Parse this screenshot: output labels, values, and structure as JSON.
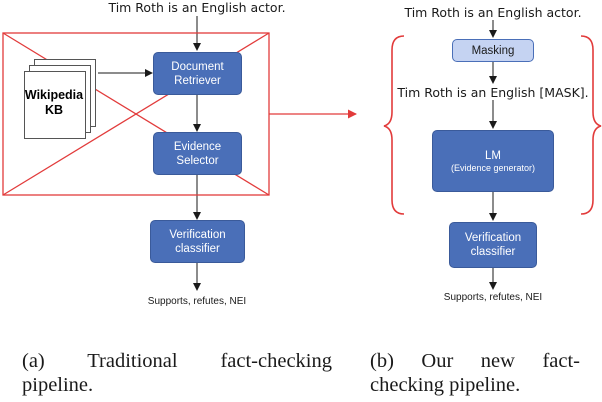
{
  "left": {
    "claim": "Tim Roth is an English actor.",
    "kb_line1": "Wikipedia",
    "kb_line2": "KB",
    "retriever_line1": "Document",
    "retriever_line2": "Retriever",
    "selector_line1": "Evidence",
    "selector_line2": "Selector",
    "classifier_line1": "Verification",
    "classifier_line2": "classifier",
    "output": "Supports, refutes, NEI",
    "caption_line1": "(a) Traditional fact-checking",
    "caption_line2": "pipeline."
  },
  "right": {
    "claim": "Tim Roth is an English actor.",
    "masking": "Masking",
    "masked_claim": "Tim Roth is an English [MASK].",
    "lm_title": "LM",
    "lm_subtitle": "(Evidence generator)",
    "classifier_line1": "Verification",
    "classifier_line2": "classifier",
    "output": "Supports, refutes, NEI",
    "caption_line1": "(b)  Our  new  fact-",
    "caption_line2": "checking pipeline."
  },
  "colors": {
    "box_blue": "#4a6fb8",
    "box_light": "#c5d3f2",
    "cross_red": "#e23b3b",
    "arrow": "#1a1a1a"
  }
}
